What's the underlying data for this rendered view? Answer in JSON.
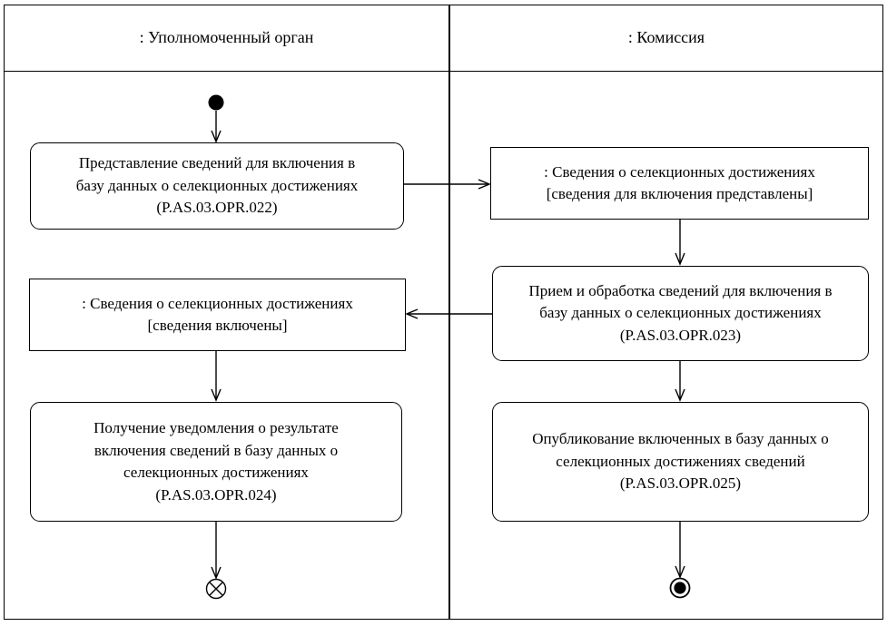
{
  "colors": {
    "line": "#000000",
    "background": "#ffffff",
    "text": "#000000"
  },
  "lanes": [
    {
      "label": ": Уполномоченный орган"
    },
    {
      "label": ": Комиссия"
    }
  ],
  "nodes": {
    "box_022": {
      "type": "activity",
      "lines": [
        "Представление сведений для включения в",
        "базу данных о селекционных достижениях",
        "(P.AS.03.OPR.022)"
      ]
    },
    "obj_submitted": {
      "type": "object-state",
      "lines": [
        ": Сведения о селекционных достижениях",
        "[сведения для включения представлены]"
      ]
    },
    "box_023": {
      "type": "activity",
      "lines": [
        "Прием и обработка сведений для включения в",
        "базу данных о селекционных достижениях",
        "(P.AS.03.OPR.023)"
      ]
    },
    "obj_included": {
      "type": "object-state",
      "lines": [
        ": Сведения о селекционных достижениях",
        "[сведения включены]"
      ]
    },
    "box_024": {
      "type": "activity",
      "lines": [
        "Получение уведомления о результате",
        "включения сведений в базу данных о",
        "селекционных достижениях",
        "(P.AS.03.OPR.024)"
      ]
    },
    "box_025": {
      "type": "activity",
      "lines": [
        "Опубликование включенных в базу данных о",
        "селекционных достижениях сведений",
        "(P.AS.03.OPR.025)"
      ]
    }
  },
  "symbols": {
    "initial_node": "filled-circle",
    "flow_final_node": "circle-x",
    "activity_final_node": "bullseye"
  }
}
